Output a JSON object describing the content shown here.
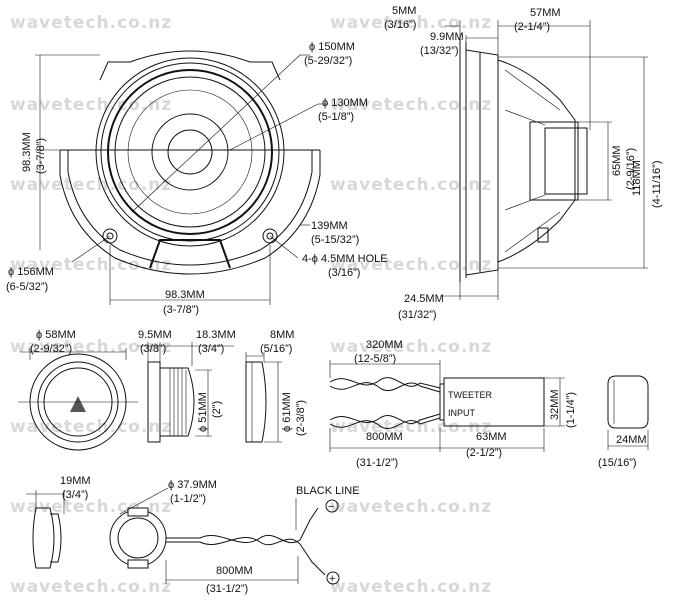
{
  "watermark": "wavetech.co.nz",
  "woofer_front": {
    "dia_outer": "ϕ 150MM",
    "dia_outer_in": "(5-29/32”)",
    "dia_inner": "ϕ 130MM",
    "dia_inner_in": "(5-1/8”)",
    "height": "98.3MM",
    "height_in": "(3-7/8”)",
    "flange": "ϕ 156MM",
    "flange_in": "(6-5/32”)",
    "width": "98.3MM",
    "width_in": "(3-7/8”)",
    "mount": "139MM",
    "mount_in": "(5-15/32”)",
    "holes": "4-ϕ 4.5MM HOLE",
    "holes_in": "(3/16”)"
  },
  "woofer_side": {
    "a": "5MM",
    "a_in": "(3/16”)",
    "b": "57MM",
    "b_in": "(2-1/4”)",
    "c": "9.9MM",
    "c_in": "(13/32”)",
    "d": "65MM",
    "d_in": "(2-9/16”)",
    "e": "118MM",
    "e_in": "(4-11/16”)",
    "f": "24.5MM",
    "f_in": "(31/32”)"
  },
  "tweeter": {
    "dia": "ϕ 58MM",
    "dia_in": "(2-9/32”)",
    "a": "9.5MM",
    "a_in": "(3/8”)",
    "b": "18.3MM",
    "b_in": "(3/4”)",
    "c": "8MM",
    "c_in": "(5/16”)",
    "d51": "ϕ 51MM",
    "d51_in": "(2”)",
    "d61": "ϕ 61MM",
    "d61_in": "(2-3/8”)"
  },
  "crossover": {
    "top_len": "320MM",
    "top_len_in": "(12-5/8”)",
    "tweeter_label": "TWEETER",
    "input_label": "INPUT",
    "bot_len": "800MM",
    "bot_len_in": "(31-1/2”)",
    "width": "63MM",
    "width_in": "(2-1/2”)",
    "height": "32MM",
    "height_in": "(1-1/4”)",
    "depth": "24MM",
    "depth_in": "(15/16”)"
  },
  "flush": {
    "a": "19MM",
    "a_in": "(3/4”)",
    "dia": "ϕ 37.9MM",
    "dia_in": "(1-1/2”)",
    "black_line": "BLACK LINE",
    "minus": "−",
    "plus": "+",
    "len": "800MM",
    "len_in": "(31-1/2”)"
  }
}
